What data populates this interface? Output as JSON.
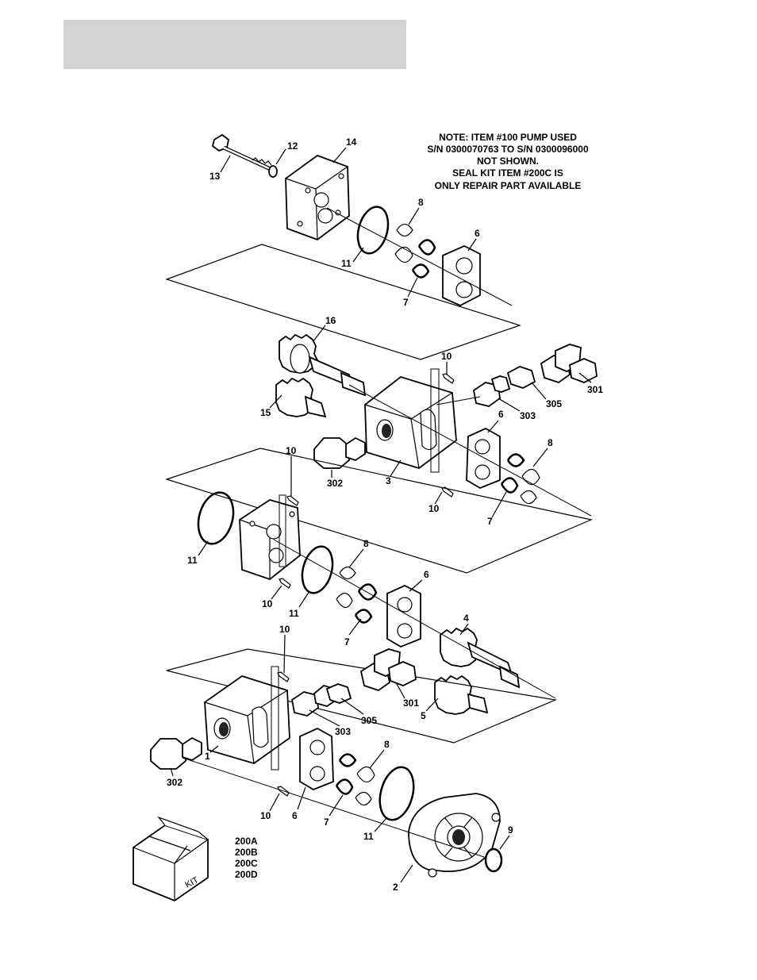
{
  "note": {
    "lines": [
      "NOTE:  ITEM #100 PUMP USED",
      "S/N 0300070763 TO S/N 0300096000",
      "NOT SHOWN.",
      "SEAL KIT ITEM #200C IS",
      "ONLY REPAIR PART AVAILABLE"
    ]
  },
  "callouts": {
    "c13": "13",
    "c12": "12",
    "c14": "14",
    "c8a": "8",
    "c6a": "6",
    "c11a": "11",
    "c7a": "7",
    "c16": "16",
    "c15": "15",
    "c10a": "10",
    "c301a": "301",
    "c305a": "305",
    "c303a": "303",
    "c6b": "6",
    "c8b": "8",
    "c302a": "302",
    "c3": "3",
    "c10b": "10",
    "c7b": "7",
    "c10c": "10",
    "c11b": "11",
    "c10d": "10",
    "c11c": "11",
    "c8c": "8",
    "c6c": "6",
    "c7c": "7",
    "c4": "4",
    "c10e": "10",
    "c301b": "301",
    "c5": "5",
    "c303b": "303",
    "c305b": "305",
    "c302b": "302",
    "c1": "1",
    "c8d": "8",
    "c10f": "10",
    "c6d": "6",
    "c7d": "7",
    "c11d": "11",
    "c9": "9",
    "c2": "2"
  },
  "kit": {
    "box_label": "KIT",
    "items": [
      "200A",
      "200B",
      "200C",
      "200D"
    ]
  }
}
